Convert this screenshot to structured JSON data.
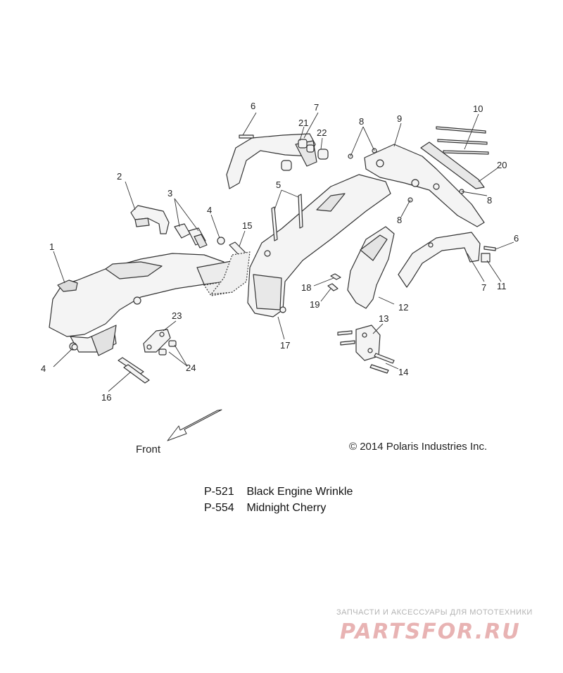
{
  "callouts": [
    {
      "id": "c1",
      "text": "1"
    },
    {
      "id": "c2",
      "text": "2"
    },
    {
      "id": "c3",
      "text": "3"
    },
    {
      "id": "c4a",
      "text": "4"
    },
    {
      "id": "c4b",
      "text": "4"
    },
    {
      "id": "c5",
      "text": "5"
    },
    {
      "id": "c6a",
      "text": "6"
    },
    {
      "id": "c6b",
      "text": "6"
    },
    {
      "id": "c7a",
      "text": "7"
    },
    {
      "id": "c7b",
      "text": "7"
    },
    {
      "id": "c8a",
      "text": "8"
    },
    {
      "id": "c8b",
      "text": "8"
    },
    {
      "id": "c8c",
      "text": "8"
    },
    {
      "id": "c9",
      "text": "9"
    },
    {
      "id": "c10",
      "text": "10"
    },
    {
      "id": "c11",
      "text": "11"
    },
    {
      "id": "c12",
      "text": "12"
    },
    {
      "id": "c13",
      "text": "13"
    },
    {
      "id": "c14",
      "text": "14"
    },
    {
      "id": "c15",
      "text": "15"
    },
    {
      "id": "c16",
      "text": "16"
    },
    {
      "id": "c17",
      "text": "17"
    },
    {
      "id": "c18",
      "text": "18"
    },
    {
      "id": "c19",
      "text": "19"
    },
    {
      "id": "c20",
      "text": "20"
    },
    {
      "id": "c21",
      "text": "21"
    },
    {
      "id": "c22",
      "text": "22"
    },
    {
      "id": "c23",
      "text": "23"
    },
    {
      "id": "c24",
      "text": "24"
    }
  ],
  "front_label": "Front",
  "copyright": "© 2014 Polaris Industries Inc.",
  "color_notes": [
    {
      "code": "P-521",
      "name": "Black Engine Wrinkle"
    },
    {
      "code": "P-554",
      "name": "Midnight Cherry"
    }
  ],
  "watermark": {
    "tagline": "ЗАПЧАСТИ И АКСЕССУАРЫ ДЛЯ МОТОТЕХНИКИ",
    "logo": "PARTSFOR.RU"
  }
}
